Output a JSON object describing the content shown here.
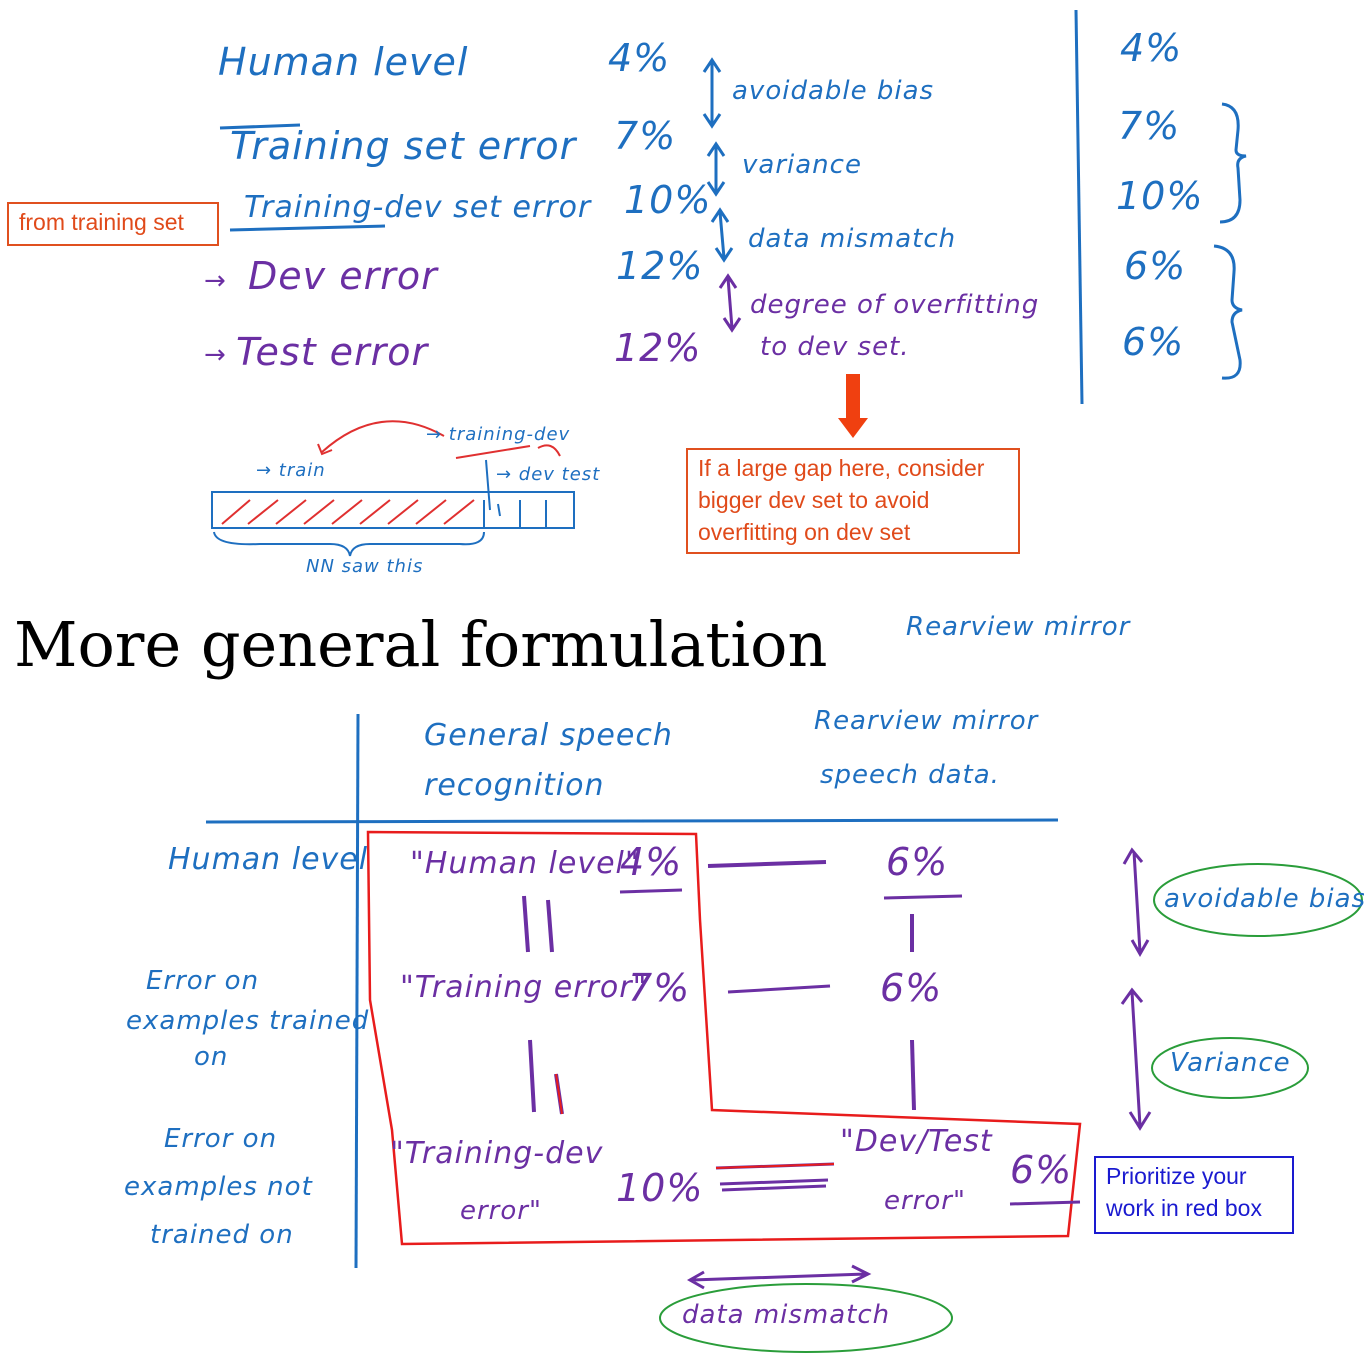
{
  "top": {
    "rows": [
      {
        "label": "Human level",
        "value": "4%"
      },
      {
        "label": "Training set error",
        "value": "7%"
      },
      {
        "label": "Training-dev set error",
        "value": "10%"
      },
      {
        "label": "Dev error",
        "value": "12%"
      },
      {
        "label": "Test error",
        "value": "12%"
      }
    ],
    "arrows": [
      "→",
      "→"
    ],
    "gaps": [
      "avoidable bias",
      "variance",
      "data mismatch",
      "degree of overfitting",
      "to dev set."
    ],
    "right_column": [
      "4%",
      "7%",
      "10%",
      "6%",
      "6%"
    ],
    "callout_training": "from training set",
    "callout_gap": "If a large gap here, consider bigger dev set to avoid overfitting on dev set"
  },
  "split_diagram": {
    "train": "→ train",
    "training_dev": "→ training-dev",
    "dev_test": "→ dev test",
    "nn_saw": "NN saw this"
  },
  "title": "More general formulation",
  "rearview_note": "Rearview mirror",
  "table": {
    "col_general": [
      "General speech",
      "recognition"
    ],
    "col_rearview": [
      "Rearview mirror",
      "speech data."
    ],
    "row_labels": [
      [
        "Human level"
      ],
      [
        "Error on",
        "examples trained",
        "on"
      ],
      [
        "Error on",
        "examples not",
        "trained on"
      ]
    ],
    "cell_human": "\"Human level\"",
    "cell_human_value": "4%",
    "cell_training": "\"Training error\"",
    "cell_training_value": "7%",
    "cell_training_dev": [
      "\"Training-dev",
      "error\""
    ],
    "cell_training_dev_value": "10%",
    "rear_human_value": "6%",
    "rear_training_value": "6%",
    "cell_dev_test": [
      "\"Dev/Test",
      "error\""
    ],
    "cell_dev_test_value": "6%",
    "avoidable_bias": "avoidable bias",
    "variance": "Variance",
    "data_mismatch": "data mismatch",
    "callout_priority": "Prioritize your work in red box"
  }
}
